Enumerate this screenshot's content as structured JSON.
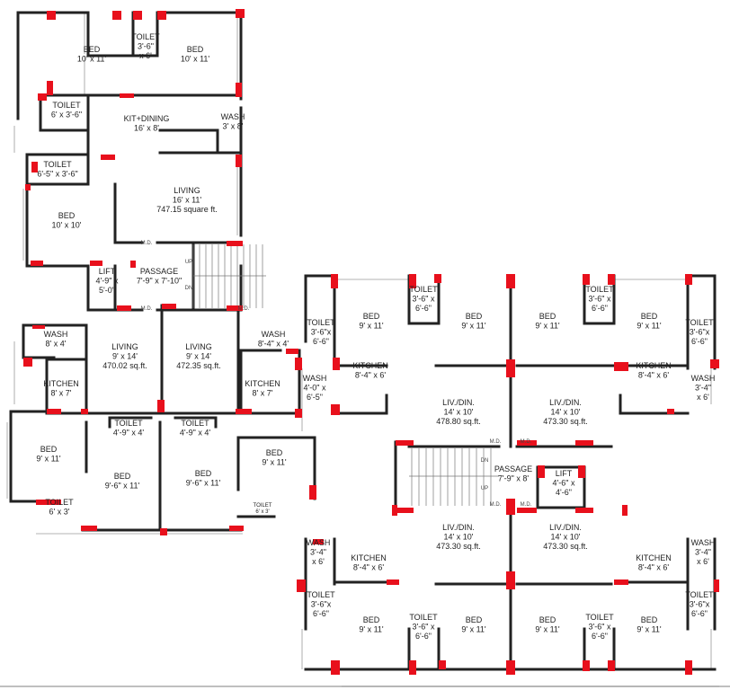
{
  "colors": {
    "wall": "#222222",
    "column": "#e8101c",
    "window": "#9a9a9a",
    "text": "#222222",
    "background": "#ffffff"
  },
  "stairs": {
    "up": "UP",
    "down": "DN"
  },
  "main_door": "M.D.",
  "rooms": [
    {
      "id": "a-bed-1",
      "lines": [
        "BED",
        "10' x 11'"
      ]
    },
    {
      "id": "a-toilet-1",
      "lines": [
        "TOILET",
        "3'-6\"",
        "x 6'"
      ]
    },
    {
      "id": "a-bed-2",
      "lines": [
        "BED",
        "10' x 11'"
      ]
    },
    {
      "id": "a-toilet-2",
      "lines": [
        "TOILET",
        "6' x 3'-6\""
      ]
    },
    {
      "id": "a-kit-dining",
      "lines": [
        "KIT+DINING",
        "16' x 8'"
      ]
    },
    {
      "id": "a-wash",
      "lines": [
        "WASH",
        "3' x 8'"
      ]
    },
    {
      "id": "a-toilet-3",
      "lines": [
        "TOILET",
        "6'-5\" x 3'-6\""
      ]
    },
    {
      "id": "a-living",
      "lines": [
        "LIVING",
        "16' x 11'",
        "747.15 square ft."
      ]
    },
    {
      "id": "a-bed-3",
      "lines": [
        "BED",
        "10' x 10'"
      ]
    },
    {
      "id": "a-lift",
      "lines": [
        "LIFT",
        "4'-9\" x",
        "5'-0\""
      ]
    },
    {
      "id": "a-passage",
      "lines": [
        "PASSAGE",
        "7'-9\" x 7'-10\""
      ]
    },
    {
      "id": "b-wash",
      "lines": [
        "WASH",
        "8' x 4'"
      ]
    },
    {
      "id": "b-living",
      "lines": [
        "LIVING",
        "9' x 14'",
        "470.02 sq.ft."
      ]
    },
    {
      "id": "b-kitchen",
      "lines": [
        "KITCHEN",
        "8' x 7'"
      ]
    },
    {
      "id": "b-bed-1",
      "lines": [
        "BED",
        "9' x 11'"
      ]
    },
    {
      "id": "b-toilet-1",
      "lines": [
        "TOILET",
        "6' x 3'"
      ]
    },
    {
      "id": "b-toilet-2",
      "lines": [
        "TOILET",
        "4'-9\" x 4'"
      ]
    },
    {
      "id": "b-bed-2",
      "lines": [
        "BED",
        "9'-6\" x 11'"
      ]
    },
    {
      "id": "c-living",
      "lines": [
        "LIVING",
        "9' x 14'",
        "472.35 sq.ft."
      ]
    },
    {
      "id": "c-wash",
      "lines": [
        "WASH",
        "8'-4\" x 4'"
      ]
    },
    {
      "id": "c-kitchen",
      "lines": [
        "KITCHEN",
        "8' x 7'"
      ]
    },
    {
      "id": "c-toilet-1",
      "lines": [
        "TOILET",
        "4'-9\" x 4'"
      ]
    },
    {
      "id": "c-bed-1",
      "lines": [
        "BED",
        "9'-6\" x 11'"
      ]
    },
    {
      "id": "c-bed-2",
      "lines": [
        "BED",
        "9' x 11'"
      ]
    },
    {
      "id": "c-toilet-2",
      "lines": [
        "TOILET",
        "6' x 3'"
      ]
    },
    {
      "id": "d-toilet-1",
      "lines": [
        "TOILET",
        "3'-6\"x",
        "6'-6\""
      ]
    },
    {
      "id": "d-bed-1",
      "lines": [
        "BED",
        "9' x 11'"
      ]
    },
    {
      "id": "d-toilet-2",
      "lines": [
        "TOILET",
        "3'-6\" x",
        "6'-6\""
      ]
    },
    {
      "id": "d-bed-2",
      "lines": [
        "BED",
        "9' x 11'"
      ]
    },
    {
      "id": "d-wash",
      "lines": [
        "WASH",
        "4'-0\" x",
        "6'-5\""
      ]
    },
    {
      "id": "d-kitchen",
      "lines": [
        "KITCHEN",
        "8'-4\" x 6'"
      ]
    },
    {
      "id": "d-livdin",
      "lines": [
        "LIV./DIN.",
        "14' x 10'",
        "478.80 sq.ft."
      ]
    },
    {
      "id": "e-bed-1",
      "lines": [
        "BED",
        "9' x 11'"
      ]
    },
    {
      "id": "e-toilet-1",
      "lines": [
        "TOILET",
        "3'-6\" x",
        "6'-6\""
      ]
    },
    {
      "id": "e-bed-2",
      "lines": [
        "BED",
        "9' x 11'"
      ]
    },
    {
      "id": "e-toilet-2",
      "lines": [
        "TOILET",
        "3'-6\"x",
        "6'-6\""
      ]
    },
    {
      "id": "e-kitchen",
      "lines": [
        "KITCHEN",
        "8'-4\" x 6'"
      ]
    },
    {
      "id": "e-wash",
      "lines": [
        "WASH",
        "3'-4\"",
        "x 6'"
      ]
    },
    {
      "id": "e-livdin",
      "lines": [
        "LIV./DIN.",
        "14' x 10'",
        "473.30 sq.ft."
      ]
    },
    {
      "id": "f-passage",
      "lines": [
        "PASSAGE",
        "7'-9\" x 8'"
      ]
    },
    {
      "id": "f-lift",
      "lines": [
        "LIFT",
        "4'-6\" x",
        "4'-6\""
      ]
    },
    {
      "id": "g-wash",
      "lines": [
        "WASH",
        "3'-4\"",
        "x 6'"
      ]
    },
    {
      "id": "g-kitchen",
      "lines": [
        "KITCHEN",
        "8'-4\" x 6'"
      ]
    },
    {
      "id": "g-livdin",
      "lines": [
        "LIV./DIN.",
        "14' x 10'",
        "473.30 sq.ft."
      ]
    },
    {
      "id": "g-toilet-1",
      "lines": [
        "TOILET",
        "3'-6\"x",
        "6'-6\""
      ]
    },
    {
      "id": "g-bed-1",
      "lines": [
        "BED",
        "9' x 11'"
      ]
    },
    {
      "id": "g-toilet-2",
      "lines": [
        "TOILET",
        "3'-6\" x",
        "6'-6\""
      ]
    },
    {
      "id": "g-bed-2",
      "lines": [
        "BED",
        "9' x 11'"
      ]
    },
    {
      "id": "h-livdin",
      "lines": [
        "LIV./DIN.",
        "14' x 10'",
        "473.30 sq.ft."
      ]
    },
    {
      "id": "h-kitchen",
      "lines": [
        "KITCHEN",
        "8'-4\" x 6'"
      ]
    },
    {
      "id": "h-wash",
      "lines": [
        "WASH",
        "3'-4\"",
        "x 6'"
      ]
    },
    {
      "id": "h-bed-1",
      "lines": [
        "BED",
        "9' x 11'"
      ]
    },
    {
      "id": "h-toilet-1",
      "lines": [
        "TOILET",
        "3'-6\" x",
        "6'-6\""
      ]
    },
    {
      "id": "h-bed-2",
      "lines": [
        "BED",
        "9' x 11'"
      ]
    },
    {
      "id": "h-toilet-2",
      "lines": [
        "TOILET",
        "3'-6\"x",
        "6'-6\""
      ]
    }
  ]
}
